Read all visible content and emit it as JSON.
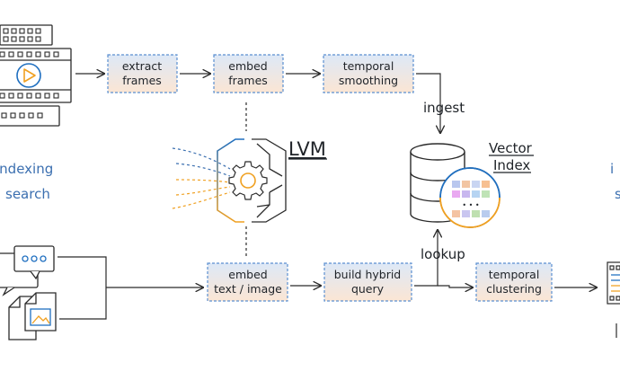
{
  "boxes": {
    "extract": [
      "extract",
      "frames"
    ],
    "embed_frames": [
      "embed",
      "frames"
    ],
    "temporal_smoothing": [
      "temporal",
      "smoothing"
    ],
    "embed_text": [
      "embed",
      "text / image"
    ],
    "build_query": [
      "build hybrid",
      "query"
    ],
    "temporal_clustering": [
      "temporal",
      "clustering"
    ]
  },
  "labels": {
    "lvm": "LVM",
    "vector_line1": "Vector",
    "vector_line2": "Index",
    "ingest": "ingest",
    "lookup": "lookup",
    "indexing_left": "indexing",
    "search_left": "search",
    "indexing_right": "i",
    "search_right": "s",
    "dots": "• • •"
  },
  "colors": {
    "box_fill_top": "#dde8f7",
    "box_fill_bottom": "#fbe6d4",
    "box_border": "#5b8fd0",
    "line": "#2b2b2b",
    "accent_blue": "#1f6fc0",
    "accent_orange": "#f0a020",
    "label_blue": "#3b6fb0"
  },
  "icons": [
    "video-film-icon",
    "chat-bubbles-icon",
    "documents-image-icon",
    "gear-brain-icon",
    "database-icon",
    "result-film-icon"
  ]
}
